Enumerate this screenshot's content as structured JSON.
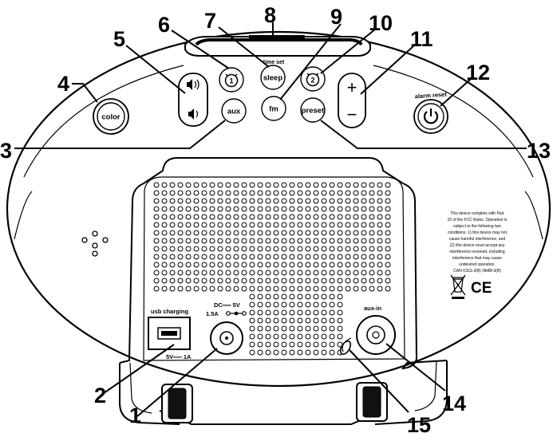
{
  "callouts": [
    "1",
    "2",
    "3",
    "4",
    "5",
    "6",
    "7",
    "8",
    "9",
    "10",
    "11",
    "12",
    "13",
    "14",
    "15"
  ],
  "buttons": {
    "color": "color",
    "aux": "aux",
    "sleep": "sleep",
    "time_set": "time set",
    "fm": "fm",
    "preset": "preset",
    "plus": "+",
    "minus": "−",
    "alarm_reset": "alarm reset",
    "alarm1_digit": "1",
    "alarm2_digit": "2"
  },
  "ports": {
    "usb_charging": "usb charging",
    "usb_rating": "5V══ 1A",
    "dc_line1": "DC══ 5V",
    "dc_line2": "1.5A",
    "aux_in": "aux-in"
  },
  "fcc_text": [
    "This device complies with Part",
    "15 of the FCC Rules. Operation is",
    "subject to the following two",
    "conditions: 1) this device may not",
    "cause harmful interference, and",
    "(2) this device must accept any",
    "interference received, including",
    "interference that may cause",
    "undesired operation.",
    "CAN ICES-3(B) /NMB-3(B)"
  ],
  "ce_mark": "CE",
  "icons": [
    "volume-high-icon",
    "volume-low-icon",
    "alarm-1-icon",
    "alarm-2-icon",
    "power-icon",
    "weee-bin-icon",
    "ce-mark",
    "mic-dots-icon",
    "speaker-grille"
  ]
}
